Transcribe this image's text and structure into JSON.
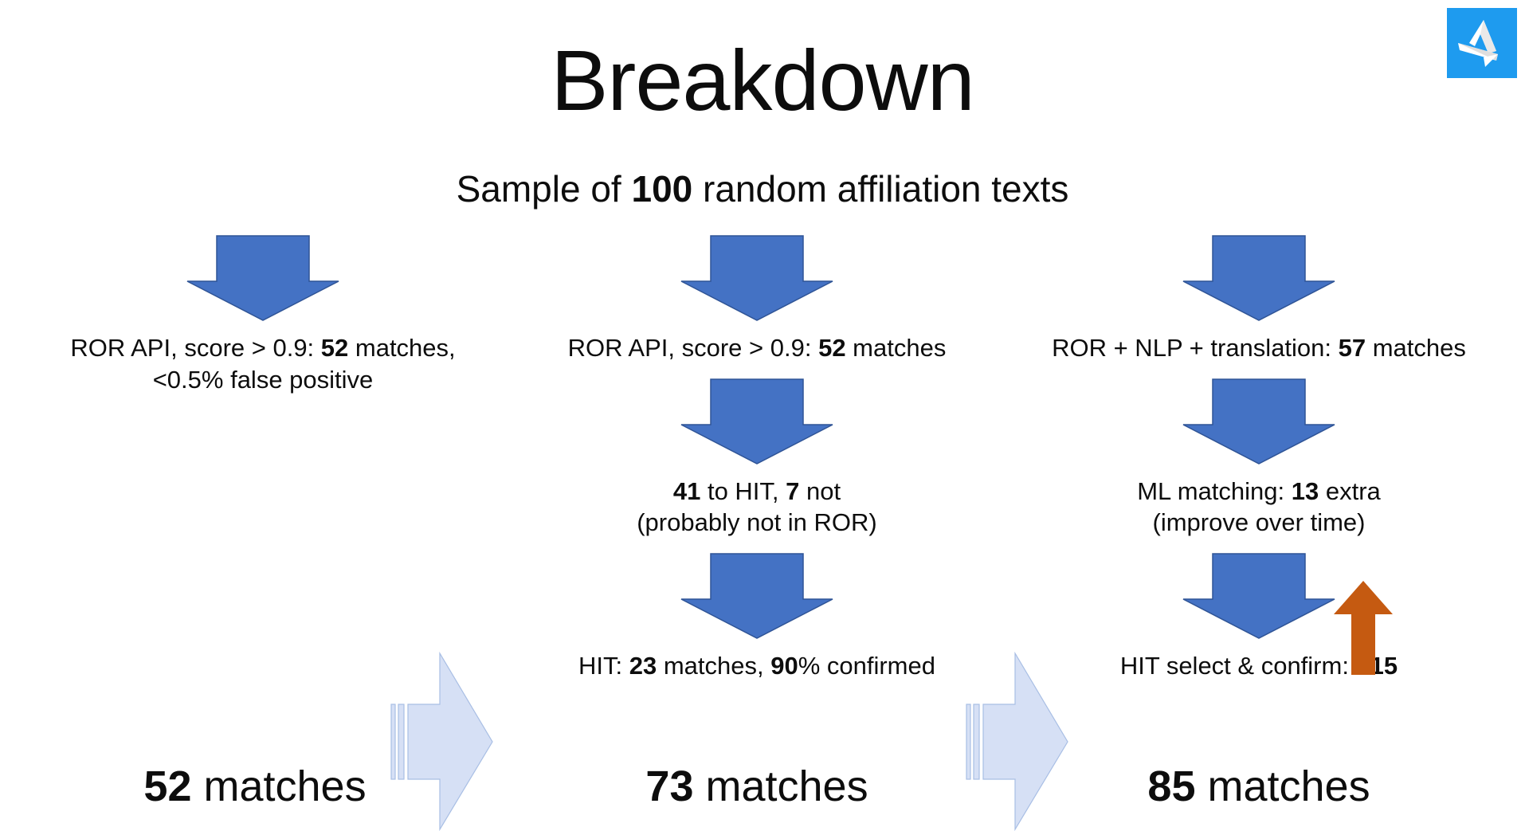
{
  "slide": {
    "title": "Breakdown",
    "subtitle_pre": "Sample of ",
    "subtitle_bold": "100",
    "subtitle_post": " random affiliation texts"
  },
  "logo": {
    "name": "altmetric-logo",
    "background": "#1E9BEF",
    "mark_color": "#F2F2F2"
  },
  "colors": {
    "arrow_blue_fill": "#4472C4",
    "arrow_blue_stroke": "#2F5496",
    "arrow_lightblue_fill": "#D6E0F5",
    "arrow_lightblue_stroke": "#A8BEE4",
    "arrow_orange_fill": "#C55A11",
    "text": "#0D0D0D"
  },
  "columns": [
    {
      "id": "column-1",
      "steps": [
        {
          "arrow": "down-arrow",
          "caption_html": "ROR API, score > 0.9: <b>52</b> matches,\n<0.5% false positive",
          "caption_text": "ROR API, score > 0.9: 52 matches, <0.5% false positive"
        }
      ],
      "total_bold": "52",
      "total_rest": " matches"
    },
    {
      "id": "column-2",
      "steps": [
        {
          "arrow": "down-arrow",
          "caption_html": "ROR API, score > 0.9: <b>52</b> matches",
          "caption_text": "ROR API, score > 0.9: 52 matches"
        },
        {
          "arrow": "down-arrow",
          "caption_html": "<b>41</b> to HIT, <b>7</b> not\n(probably not in ROR)",
          "caption_text": "41 to HIT, 7 not (probably not in ROR)"
        },
        {
          "arrow": "down-arrow",
          "caption_html": "HIT: <b>23</b> matches, <b>90</b>% confirmed",
          "caption_text": "HIT: 23 matches, 90% confirmed"
        }
      ],
      "total_bold": "73",
      "total_rest": " matches"
    },
    {
      "id": "column-3",
      "steps": [
        {
          "arrow": "down-arrow",
          "caption_html": "ROR + NLP + translation: <b>57</b> matches",
          "caption_text": "ROR + NLP + translation: 57 matches"
        },
        {
          "arrow": "down-arrow",
          "caption_html": "ML matching: <b>13</b> extra\n(improve over time)",
          "caption_text": "ML matching: 13 extra (improve over time)"
        },
        {
          "arrow": "down-arrow",
          "caption_html": "HIT select &amp; confirm: +<b>15</b>",
          "caption_text": "HIT select & confirm: +15"
        }
      ],
      "total_bold": "85",
      "total_rest": " matches"
    }
  ],
  "connectors": [
    {
      "name": "striped-right-arrow-1"
    },
    {
      "name": "striped-right-arrow-2"
    }
  ],
  "up_arrow": {
    "name": "orange-up-arrow"
  }
}
